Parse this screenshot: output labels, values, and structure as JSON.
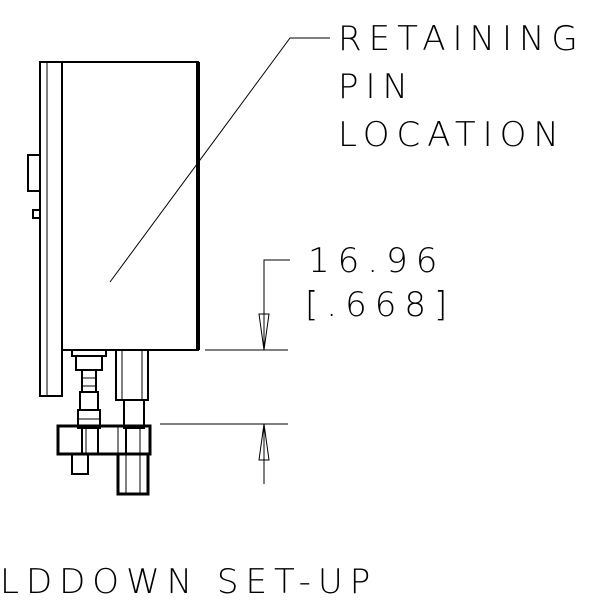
{
  "callout": {
    "line1": "RETAINING",
    "line2": "PIN",
    "line3": "LOCATION"
  },
  "dimension": {
    "metric": "16.96",
    "imperial": "[.668]"
  },
  "view_title": "LDDOWN SET-UP",
  "colors": {
    "line": "#000000",
    "background": "#ffffff"
  }
}
